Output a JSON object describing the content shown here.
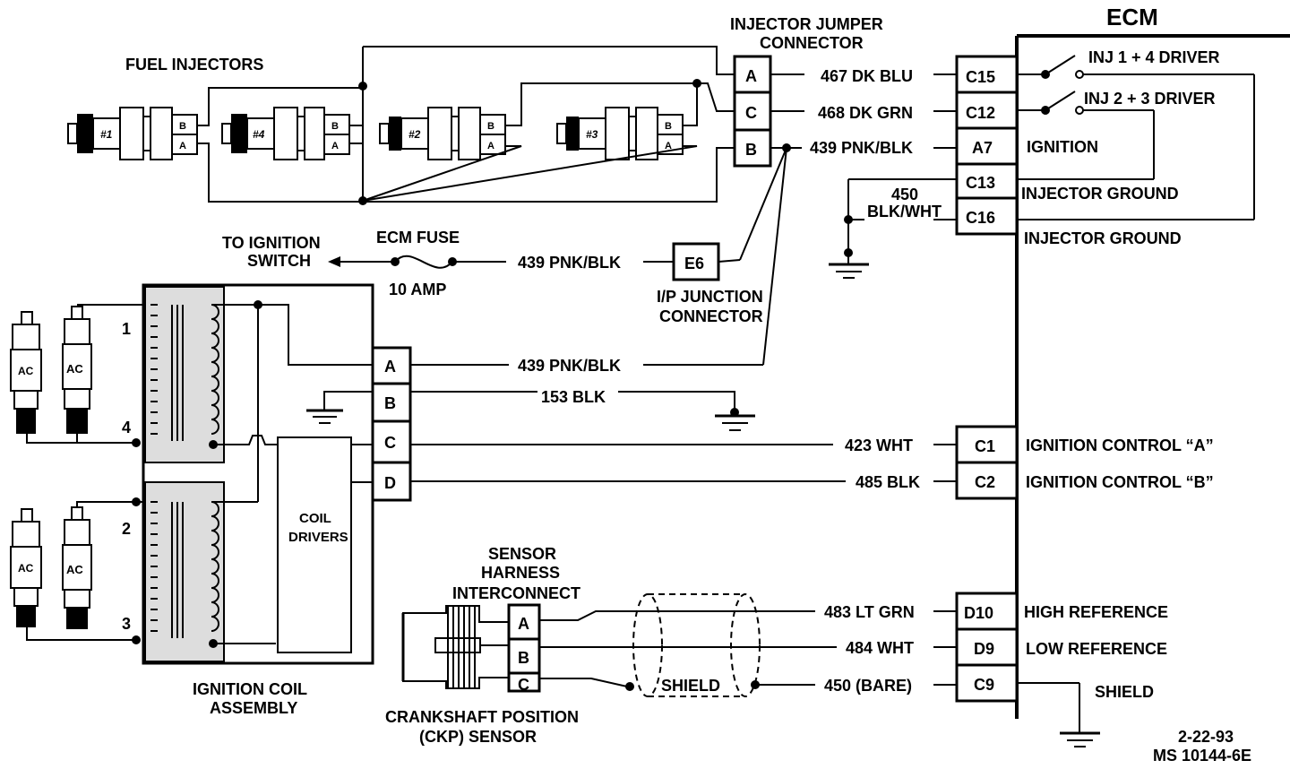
{
  "ecm": {
    "title": "ECM"
  },
  "fuel_injectors": {
    "title": "FUEL INJECTORS",
    "injectors": [
      "#1",
      "#4",
      "#2",
      "#3"
    ],
    "pin_b": "B",
    "pin_a": "A"
  },
  "jumper": {
    "title_line1": "INJECTOR JUMPER",
    "title_line2": "CONNECTOR",
    "pins": [
      "A",
      "C",
      "B"
    ]
  },
  "ecm_pins": {
    "c15": "C15",
    "c12": "C12",
    "a7": "A7",
    "c13": "C13",
    "c16": "C16",
    "c1": "C1",
    "c2": "C2",
    "d10": "D10",
    "d9": "D9",
    "c9": "C9"
  },
  "wires": {
    "w467": "467 DK BLU",
    "w468": "468 DK GRN",
    "w439a": "439 PNK/BLK",
    "w450_num": "450",
    "w450_color": "BLK/WHT",
    "w439b": "439 PNK/BLK",
    "w439c": "439 PNK/BLK",
    "w153": "153 BLK",
    "w423": "423 WHT",
    "w485": "485 BLK",
    "w483": "483 LT GRN",
    "w484": "484 WHT",
    "w450bare": "450 (BARE)"
  },
  "ecm_labels": {
    "inj14": "INJ 1 + 4 DRIVER",
    "inj23": "INJ 2 + 3 DRIVER",
    "ignition": "IGNITION",
    "inj_ground1": "INJECTOR GROUND",
    "inj_ground2": "INJECTOR GROUND",
    "ign_a": "IGNITION CONTROL “A”",
    "ign_b": "IGNITION CONTROL “B”",
    "high_ref": "HIGH REFERENCE",
    "low_ref": "LOW REFERENCE",
    "shield": "SHIELD"
  },
  "fuse": {
    "to_ign1": "TO IGNITION",
    "to_ign2": "SWITCH",
    "name": "ECM FUSE",
    "rating": "10 AMP"
  },
  "ip_junction": {
    "pin": "E6",
    "line1": "I/P JUNCTION",
    "line2": "CONNECTOR"
  },
  "coil": {
    "title1": "IGNITION COIL",
    "title2": "ASSEMBLY",
    "drivers1": "COIL",
    "drivers2": "DRIVERS",
    "pins": [
      "A",
      "B",
      "C",
      "D"
    ],
    "cyl": [
      "1",
      "4",
      "2",
      "3"
    ],
    "plug_brand": "AC"
  },
  "sensor": {
    "line1": "SENSOR",
    "line2": "HARNESS",
    "line3": "INTERCONNECT",
    "pins": [
      "A",
      "B",
      "C"
    ],
    "shield": "SHIELD",
    "ckp1": "CRANKSHAFT POSITION",
    "ckp2": "(CKP) SENSOR"
  },
  "footer": {
    "date": "2-22-93",
    "code": "MS 10144-6E"
  }
}
